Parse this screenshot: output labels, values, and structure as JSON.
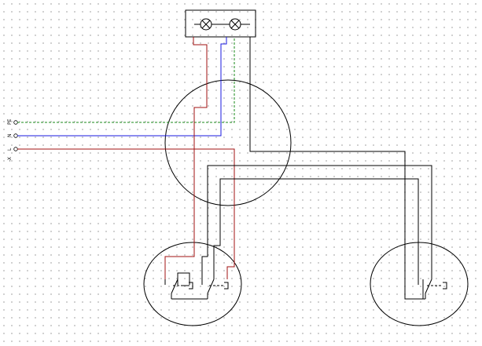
{
  "terminals": [
    {
      "label": "PE",
      "wire": "pe"
    },
    {
      "label": "N",
      "wire": "neutral"
    },
    {
      "label": "L",
      "wire": "line"
    }
  ],
  "terminal_block_label": "-X",
  "lamp_count": 2,
  "colors": {
    "line": "#a01010",
    "neutral": "#1a1adf",
    "pe": "#1a8a1a",
    "switched": "#000000",
    "outline": "#000000",
    "background": "#ffffff",
    "grid_dot": "#c4c4c4"
  },
  "icons": {
    "lamp": "lamp-cross-circle-icon",
    "switch": "switch-contact-icon",
    "junction_box": "junction-box-circle",
    "terminal": "terminal-open-circle-icon"
  }
}
